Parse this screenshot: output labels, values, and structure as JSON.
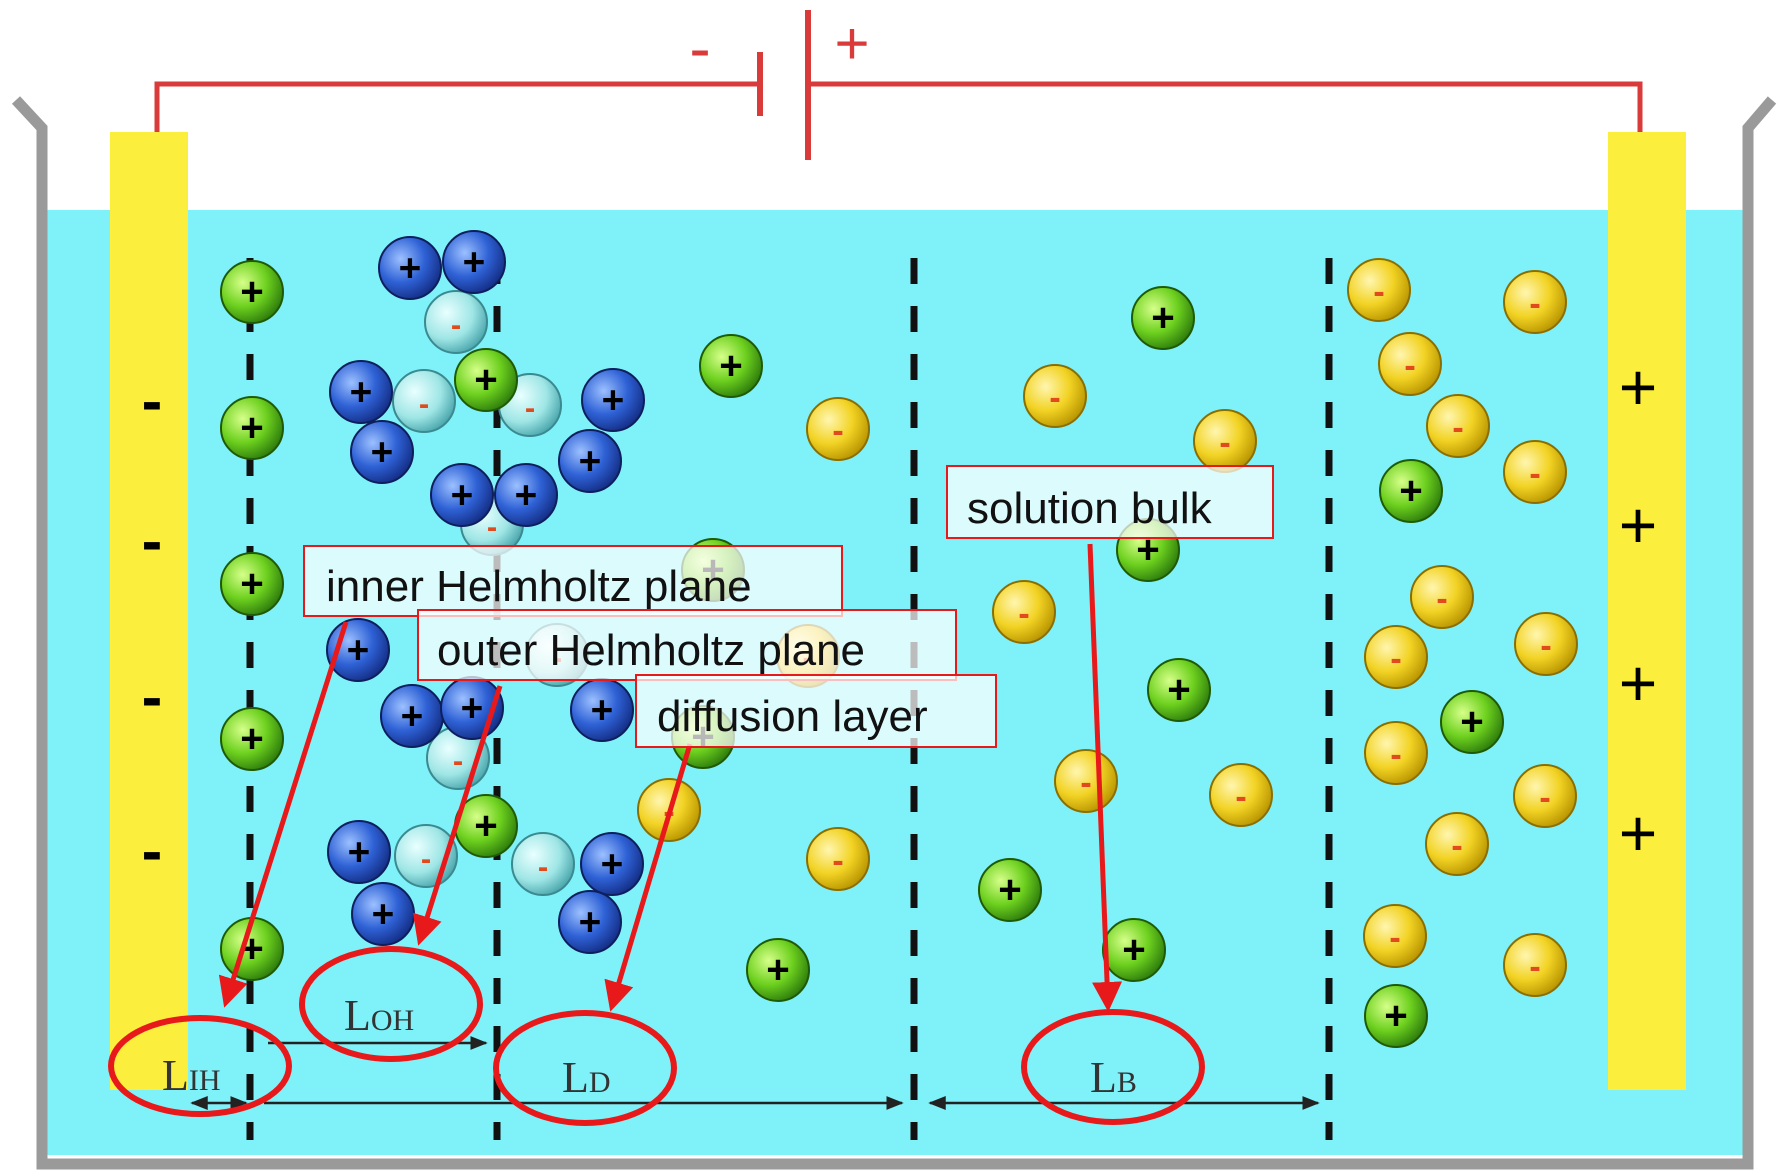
{
  "battery": {
    "negative_sign": "-",
    "positive_sign": "+"
  },
  "electrodes": {
    "left_signs": [
      "-",
      "-",
      "-",
      "-"
    ],
    "right_signs": [
      "+",
      "+",
      "+",
      "+"
    ]
  },
  "ion_symbols": {
    "cation": "+",
    "anion": "-"
  },
  "callouts": {
    "inner_helmholtz_plane": "inner Helmholtz plane",
    "outer_helmholtz_plane": "outer Helmholtz plane",
    "diffusion_layer": "diffusion layer",
    "solution_bulk": "solution bulk"
  },
  "length_labels": {
    "lih": {
      "main": "L",
      "sub": "IH"
    },
    "loh": {
      "main": "L",
      "sub": "OH"
    },
    "ld": {
      "main": "L",
      "sub": "D"
    },
    "lb": {
      "main": "L",
      "sub": "B"
    }
  },
  "colors": {
    "solution": "#7ff1f8",
    "electrode": "#fbee3c",
    "wire": "#d93a3a",
    "container": "#9a9a9a",
    "annotation_red": "#e8191a",
    "cation_green": "#5cc21a",
    "anion_yellow": "#f1d21e",
    "solvated_cation_blue": "#2f5fd0",
    "water_cyan": "#8fe3e3"
  }
}
